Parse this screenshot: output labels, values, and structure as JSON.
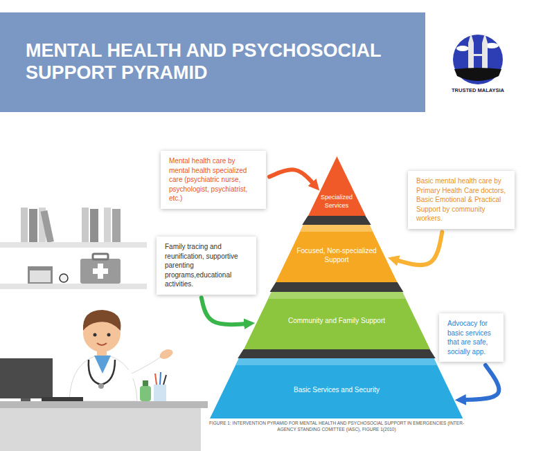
{
  "diagram": {
    "title": "MENTAL HEALTH AND PSYCHOSOCIAL SUPPORT PYRAMID",
    "caption": "FIGURE 1: INTERVENTION PYRAMID FOR MENTAL HEALTH AND PSYCHOSOCIAL SUPPORT IN EMERGENCIES (INTER-AGENCY STANDING COMITTEE (IASC), FIGURE 1(2010)",
    "nodes": [
      {
        "text": [
          "Mental health care by mental health specialized care (psychiatric nurse, psychologist, psychiatrist, etc.)"
        ]
      },
      {
        "text": [
          "Specialized Services"
        ]
      },
      {
        "text": [
          "Basic mental health care by Primary Health Care doctors, Basic Emotional & Practical Support by community workers."
        ]
      },
      {
        "text": [
          "Focused, Non-specialized Support"
        ]
      },
      {
        "text": [
          "Family tracing and reunification, supportive parenting programs,educational activities."
        ]
      },
      {
        "text": [
          "Community and Family Support"
        ]
      },
      {
        "text": [
          "Advocacy for basic services that are safe, socially app."
        ]
      },
      {
        "text": [
          "Basic Services and Security"
        ]
      }
    ],
    "edges": [
      {
        "from": 0,
        "to": 1,
        "arrow": "to"
      },
      {
        "from": 2,
        "to": 3,
        "arrow": "to"
      },
      {
        "from": 4,
        "to": 5,
        "arrow": "to"
      },
      {
        "from": 6,
        "to": 7,
        "arrow": "to"
      }
    ],
    "labels": [
      "TRUSTED MALAYSIA"
    ]
  }
}
